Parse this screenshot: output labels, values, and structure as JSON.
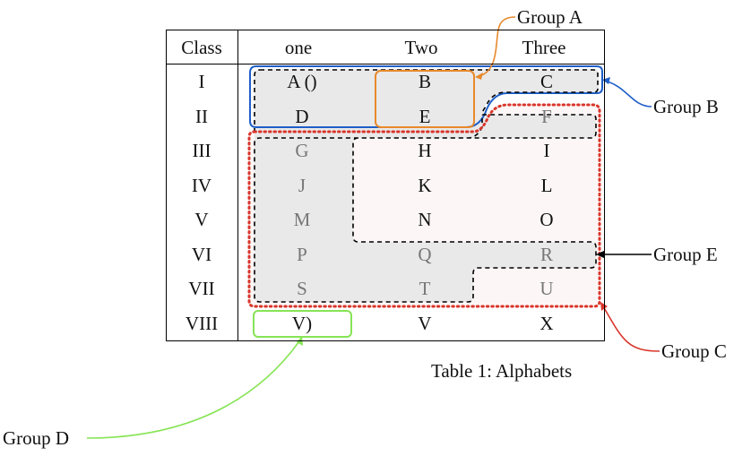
{
  "table": {
    "columns": [
      "Class",
      "one",
      "Two",
      "Three"
    ],
    "rows": [
      {
        "class": "I",
        "cells": [
          "A ()",
          "B",
          "C"
        ]
      },
      {
        "class": "II",
        "cells": [
          "D",
          "E",
          "F"
        ]
      },
      {
        "class": "III",
        "cells": [
          "G",
          "H",
          "I"
        ]
      },
      {
        "class": "IV",
        "cells": [
          "J",
          "K",
          "L"
        ]
      },
      {
        "class": "V",
        "cells": [
          "M",
          "N",
          "O"
        ]
      },
      {
        "class": "VI",
        "cells": [
          "P",
          "Q",
          "R"
        ]
      },
      {
        "class": "VII",
        "cells": [
          "S",
          "T",
          "U"
        ]
      },
      {
        "class": "VIII",
        "cells": [
          "V)",
          "V",
          "X"
        ]
      }
    ],
    "caption": "Table 1:  Alphabets"
  },
  "groups": {
    "a": {
      "label": "Group A",
      "color": "#e8892c"
    },
    "b": {
      "label": "Group B",
      "color": "#1f5fc8"
    },
    "c": {
      "label": "Group C",
      "color": "#d9362b"
    },
    "d": {
      "label": "Group D",
      "color": "#86e455"
    },
    "e": {
      "label": "Group E",
      "color": "#000000"
    }
  },
  "colors": {
    "gray_fill": "#e9e9e9",
    "pink_fill": "#fcf7f6",
    "gray_text": "#777777"
  }
}
